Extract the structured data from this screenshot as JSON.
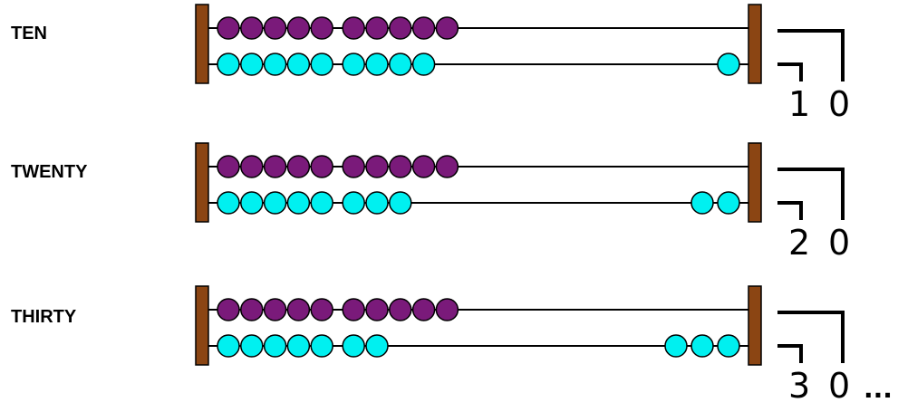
{
  "colors": {
    "frame": "#8b4513",
    "tens_bead": "#7a1a7a",
    "ones_bead": "#00f0f0",
    "wire": "#000000"
  },
  "rows": [
    {
      "label": "TEN",
      "tens_digit": "1",
      "ones_digit": "0",
      "tens_beads_right": 0,
      "ones_beads_right": 1,
      "suffix": ""
    },
    {
      "label": "TWENTY",
      "tens_digit": "2",
      "ones_digit": "0",
      "tens_beads_right": 0,
      "ones_beads_right": 2,
      "suffix": ""
    },
    {
      "label": "THIRTY",
      "tens_digit": "3",
      "ones_digit": "0",
      "tens_beads_right": 0,
      "ones_beads_right": 3,
      "suffix": "..."
    }
  ]
}
